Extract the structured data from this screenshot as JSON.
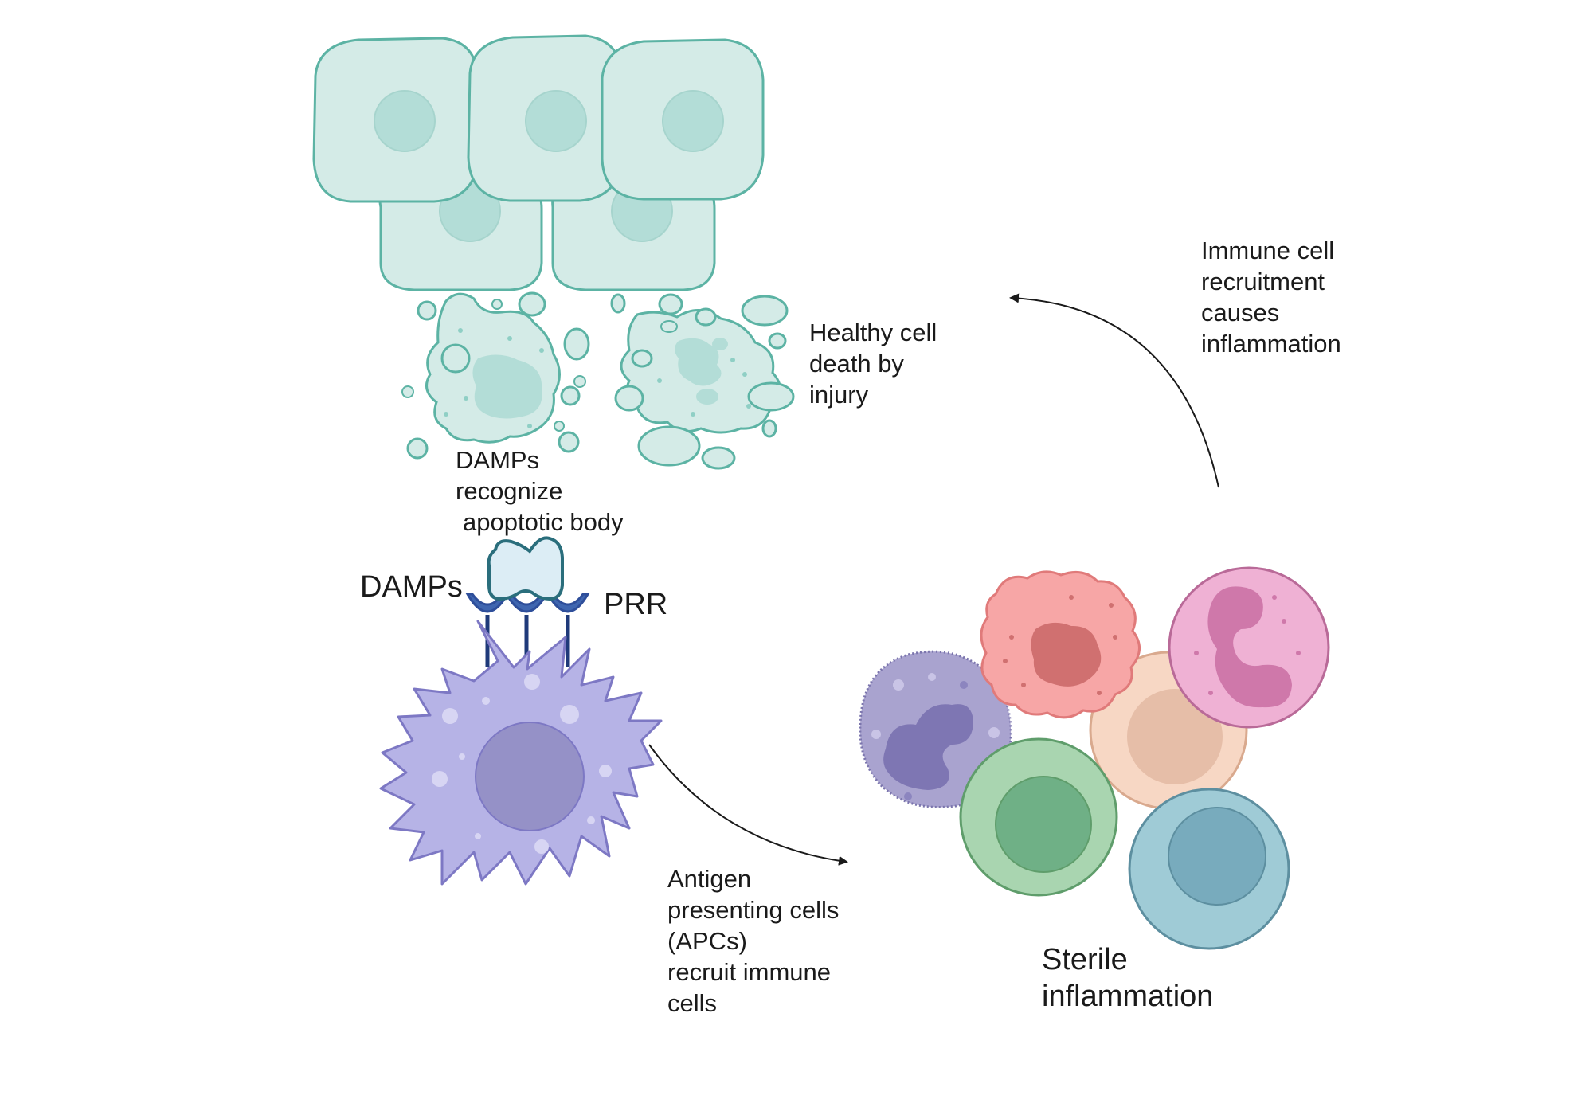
{
  "labels": {
    "healthy_cell_death": [
      "Healthy cell",
      "death by",
      "injury"
    ],
    "immune_recruitment": [
      "Immune cell",
      "recruitment",
      "causes",
      "inflammation"
    ],
    "damps_recognize": [
      "DAMPs",
      "recognize",
      "apoptotic body"
    ],
    "damps": "DAMPs",
    "prr": "PRR",
    "apc_recruit": [
      "Antigen",
      "presenting cells",
      "(APCs)",
      "recruit immune",
      "cells"
    ],
    "sterile_inflammation": [
      "Sterile",
      "inflammation"
    ]
  },
  "colors": {
    "epithelial_fill": "#d4ebe7",
    "epithelial_stroke": "#5cb3a4",
    "epithelial_nucleus": "#b3ddd7",
    "dendritic_fill": "#b6b3e6",
    "dendritic_stroke": "#7d78c4",
    "dendritic_nucleus": "#9591c7",
    "receptor": "#2e4e9a",
    "neutrophil_fill": "#a9a3cf",
    "eosinophil_fill": "#f7a6a6",
    "basophil_fill": "#efb1d4",
    "macrophage_fill": "#f7d7c4",
    "lymphocyte_green": "#a9d5b0",
    "lymphocyte_blue": "#9fcbd6",
    "arrow": "#1a1a1a"
  },
  "icons": [
    "epithelial-cell-icon",
    "apoptotic-cell-icon",
    "dendritic-cell-icon",
    "receptor-icon",
    "damp-molecule-icon",
    "neutrophil-icon",
    "eosinophil-icon",
    "basophil-icon",
    "monocyte-icon",
    "lymphocyte-icon"
  ]
}
